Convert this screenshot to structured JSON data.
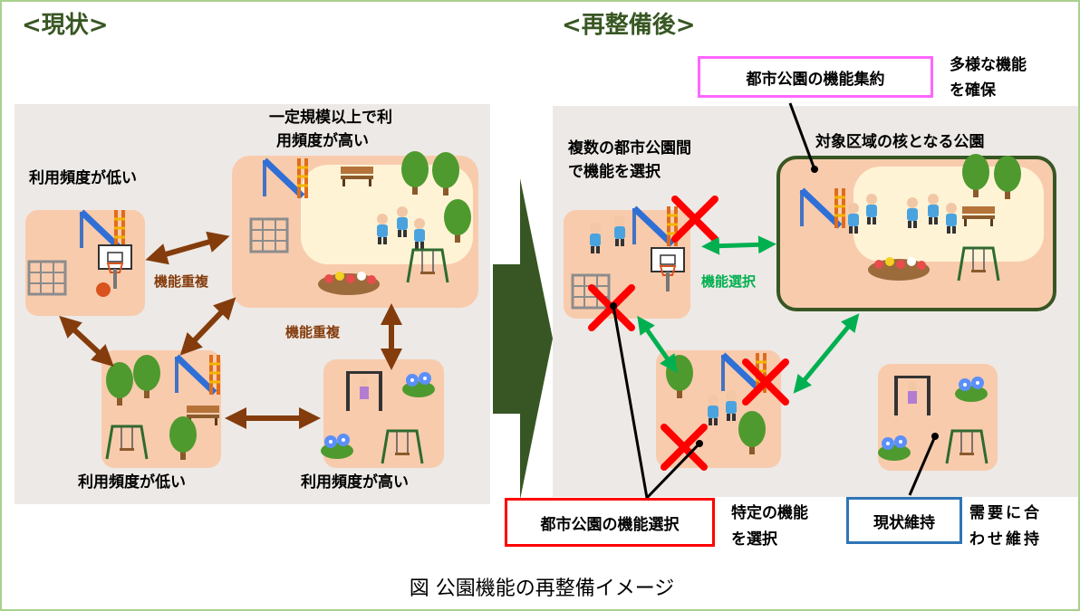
{
  "headers": {
    "current": "<現状>",
    "after": "<再整備後>"
  },
  "left_panel": {
    "top_label_line1": "一定規模以上で利",
    "top_label_line2": "用頻度が高い",
    "left_label": "利用頻度が低い",
    "overlap1": "機能重複",
    "overlap2": "機能重複",
    "bottom_left_label": "利用頻度が低い",
    "bottom_right_label": "利用頻度が高い"
  },
  "right_panel": {
    "select_label_line1": "複数の都市公園間",
    "select_label_line2": "で機能を選択",
    "core_label": "対象区域の核となる公園",
    "function_select": "機能選択"
  },
  "boxes": {
    "consolidate": {
      "label": "都市公園の機能集約",
      "note_line1": "多様な機能",
      "note_line2": "を確保",
      "color": "#ff66ff"
    },
    "choose": {
      "label": "都市公園の機能選択",
      "note_line1": "特定の機能",
      "note_line2": "を選択",
      "color": "#ff0000"
    },
    "maintain": {
      "label": "現状維持",
      "note_line1": "需要に合",
      "note_line2": "わせ維持",
      "color": "#2e75b6"
    }
  },
  "caption": "図 公園機能の再整備イメージ",
  "colors": {
    "panel_bg": "#ede9e6",
    "park_fill": "#f8cbad",
    "brown_arrow": "#843c0c",
    "green_arrow": "#00b050",
    "big_arrow": "#375623",
    "core_border": "#375623"
  },
  "icons": [
    "slide-icon",
    "jungle-gym-icon",
    "basketball-hoop-icon",
    "swing-icon",
    "tree-icon",
    "bench-icon",
    "flower-bed-icon",
    "horizontal-bar-icon",
    "children-icon",
    "red-x-icon"
  ]
}
